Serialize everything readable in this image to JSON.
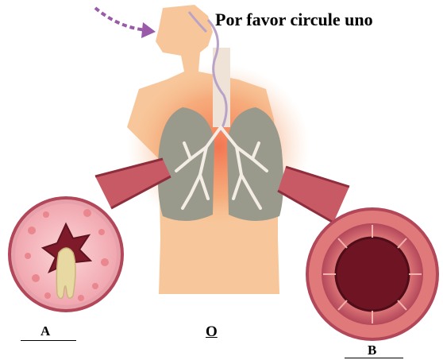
{
  "prompt": "Por favor circule uno",
  "choices": {
    "a_label": "A",
    "or_label": "O",
    "b_label": "B"
  },
  "colors": {
    "skin": "#f7c79b",
    "lung": "#9a9a8c",
    "airway_tissue": "#e07a7a",
    "airway_outer": "#b3475a",
    "mucus": "#e8d8a2",
    "arrow": "#9a5aaa"
  },
  "icons": {
    "figure": "human-respiratory-system-illustration",
    "airway_a": "constricted-asthmatic-airway",
    "airway_b": "normal-open-airway"
  }
}
